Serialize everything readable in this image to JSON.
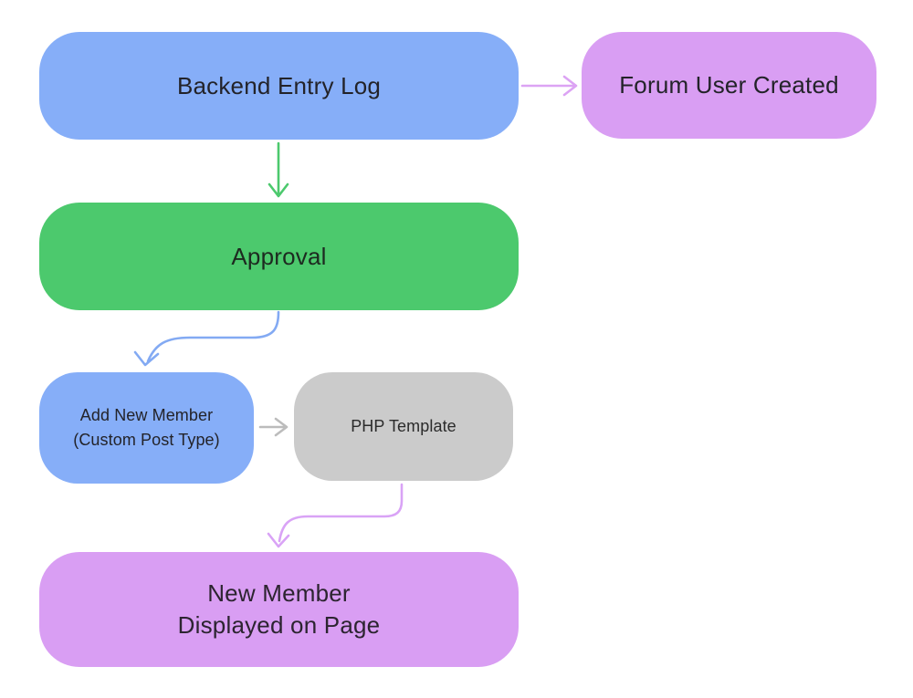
{
  "diagram": {
    "background": "#ffffff",
    "nodes": [
      {
        "id": "backend-entry-log",
        "lines": [
          "Backend Entry Log"
        ],
        "color": "#86aef8",
        "text_color": "#232329"
      },
      {
        "id": "forum-user-created",
        "lines": [
          "Forum User Created"
        ],
        "color": "#d99ef3",
        "text_color": "#232329"
      },
      {
        "id": "approval",
        "lines": [
          "Approval"
        ],
        "color": "#4cc96d",
        "text_color": "#1d2a20"
      },
      {
        "id": "add-new-member",
        "lines": [
          "Add New Member",
          "(Custom Post Type)"
        ],
        "color": "#86aef8",
        "text_color": "#232329"
      },
      {
        "id": "php-template",
        "lines": [
          "PHP Template"
        ],
        "color": "#cbcbcb",
        "text_color": "#2b2b2b"
      },
      {
        "id": "new-member-displayed",
        "lines": [
          "New Member",
          "Displayed on Page"
        ],
        "color": "#d99ef3",
        "text_color": "#2c2430"
      }
    ],
    "edges": [
      {
        "from": "backend-entry-log",
        "to": "forum-user-created",
        "color": "#dca3f4"
      },
      {
        "from": "backend-entry-log",
        "to": "approval",
        "color": "#4cc96d"
      },
      {
        "from": "approval",
        "to": "add-new-member",
        "color": "#83aaf3"
      },
      {
        "from": "add-new-member",
        "to": "php-template",
        "color": "#bcbcbc"
      },
      {
        "from": "php-template",
        "to": "new-member-displayed",
        "color": "#d9a3f6"
      }
    ]
  }
}
